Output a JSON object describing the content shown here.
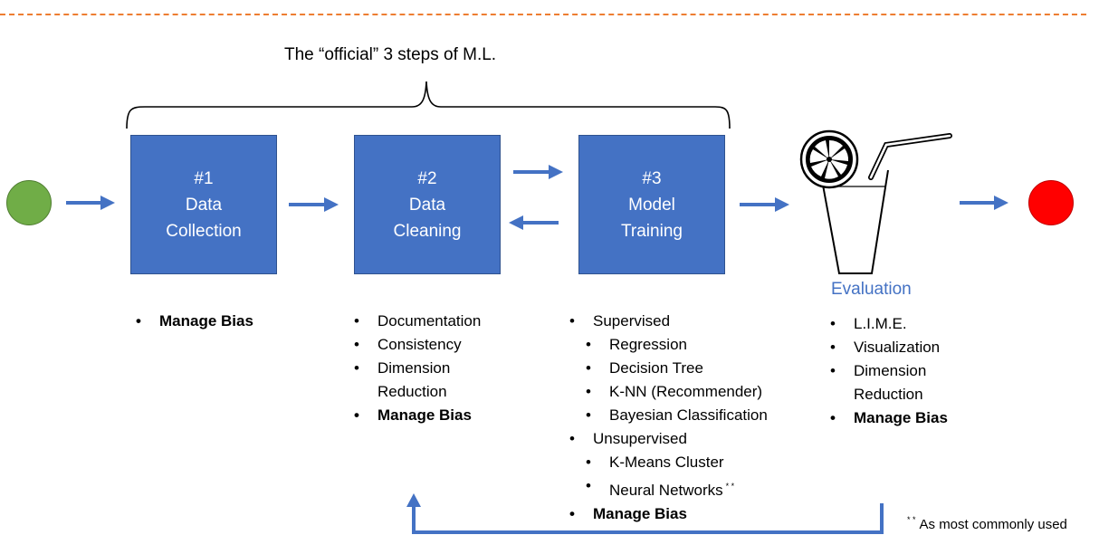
{
  "title": "The “official” 3 steps of M.L.",
  "steps": [
    {
      "number": "#1",
      "line1": "Data",
      "line2": "Collection"
    },
    {
      "number": "#2",
      "line1": "Data",
      "line2": "Cleaning"
    },
    {
      "number": "#3",
      "line1": "Model",
      "line2": "Training"
    }
  ],
  "evaluation_label": "Evaluation",
  "lists": {
    "collection": [
      "Manage Bias"
    ],
    "cleaning": [
      "Documentation",
      "Consistency",
      "Dimension",
      "Reduction",
      "Manage Bias"
    ],
    "training": [
      "Supervised",
      "Regression",
      "Decision Tree",
      "K-NN (Recommender)",
      "Bayesian Classification",
      "Unsupervised",
      "K-Means Cluster",
      "Neural Networks",
      "Manage Bias"
    ],
    "evaluation": [
      "L.I.M.E.",
      "Visualization",
      "Dimension",
      "Reduction",
      "Manage Bias"
    ]
  },
  "footnote_marker": "* *",
  "footnote_text": "As most commonly used",
  "colors": {
    "box": "#4472C4",
    "arrow": "#4472C4",
    "start_node": "#70AD47",
    "end_node": "#FF0000",
    "dashed_rule": "#ED7D31"
  },
  "icons": {
    "evaluation": "lemonade-glass-icon"
  }
}
